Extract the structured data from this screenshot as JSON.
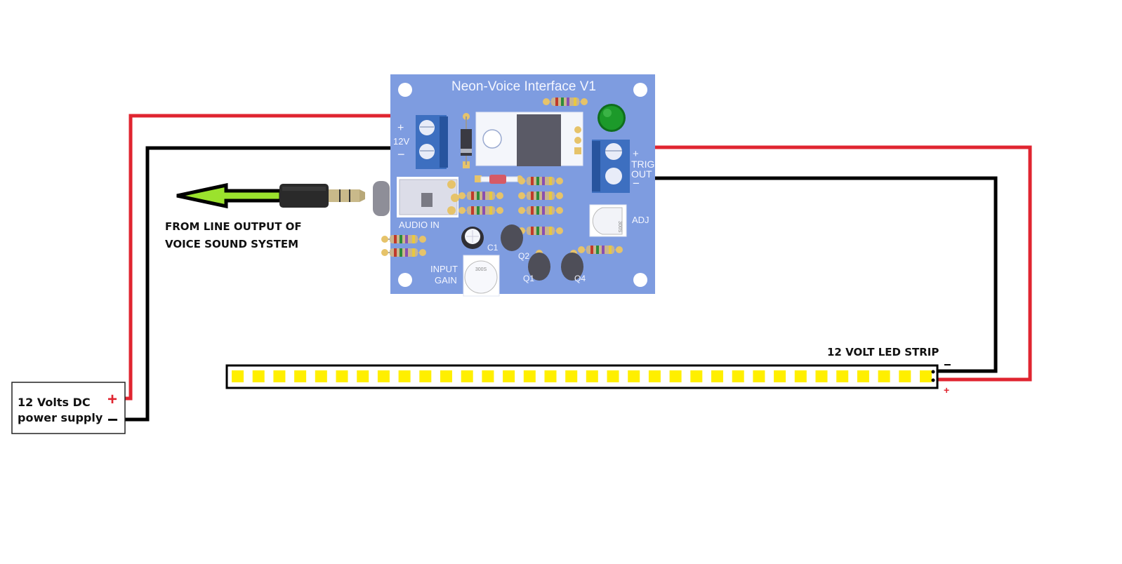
{
  "board": {
    "title": "Neon-Voice Interface V1",
    "color": "#7e9ce0",
    "power_terminal": {
      "plus": "+",
      "voltage": "12V",
      "minus": "−"
    },
    "trig_terminal": {
      "plus": "+",
      "line1": "TRIG",
      "line2": "OUT",
      "minus": "−"
    },
    "audio_in_label": "AUDIO IN",
    "input_gain_line1": "INPUT",
    "input_gain_line2": "GAIN",
    "adj_label": "ADJ",
    "c1_label": "C1",
    "q1_label": "Q1",
    "q2_label": "Q2",
    "q4_label": "Q4",
    "trimmer_code": "300S",
    "led_color": "#1c9a2a"
  },
  "audio_source": {
    "line1": "FROM LINE OUTPUT OF",
    "line2": "VOICE SOUND SYSTEM",
    "arrow_color": "#9be22d"
  },
  "power_supply": {
    "line1": "12 Volts DC",
    "line2": "power supply",
    "plus": "+",
    "minus": "−"
  },
  "led_strip": {
    "label": "12 VOLT LED STRIP",
    "led_count": 34,
    "led_color": "#ffef00",
    "minus": "−",
    "plus": "+"
  },
  "wires": {
    "positive_color": "#e02530",
    "negative_color": "#000000"
  }
}
